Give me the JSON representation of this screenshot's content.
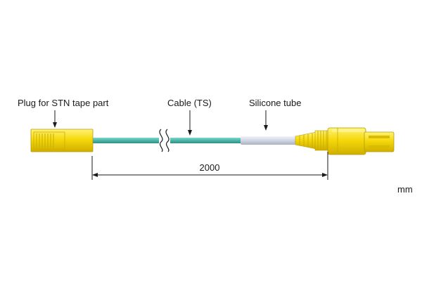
{
  "labels": {
    "plug": "Plug for STN tape part",
    "cable": "Cable (TS)",
    "tube": "Silicone tube"
  },
  "dimension": {
    "length": "2000",
    "unit": "mm"
  },
  "colors": {
    "plug_yellow": "#f5d90a",
    "plug_yellow_dark": "#c9ad00",
    "cable_teal": "#4bb8ab",
    "tube_gray": "#d6dbe6",
    "line": "#1a1a1a"
  }
}
